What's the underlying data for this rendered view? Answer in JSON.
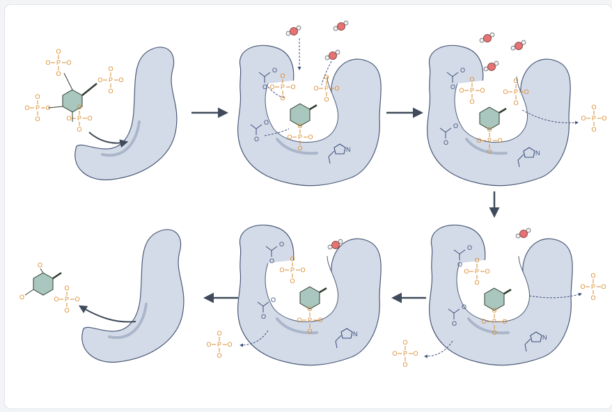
{
  "colors": {
    "pocket_fill": "#d4dbe8",
    "pocket_stroke": "#4b5a78",
    "pocket_shadow": "#aab6ca",
    "ring_fill": "#a9c7be",
    "phosphate": "#d98a2b",
    "residue": "#3a4f7a",
    "water_o": "#e57373",
    "arrow": "#3f4a5a"
  },
  "labels": {
    "phosphorus": "P",
    "oxygen": "O",
    "neg_oxygen": "O⊖",
    "nitrogen": "N"
  },
  "stages": [
    {
      "name": "free-substrate-and-enzyme"
    },
    {
      "name": "bound-complex-three-waters"
    },
    {
      "name": "first-phosphate-released"
    },
    {
      "name": "second-phosphate-released"
    },
    {
      "name": "third-phosphate-released"
    },
    {
      "name": "product-released"
    }
  ]
}
